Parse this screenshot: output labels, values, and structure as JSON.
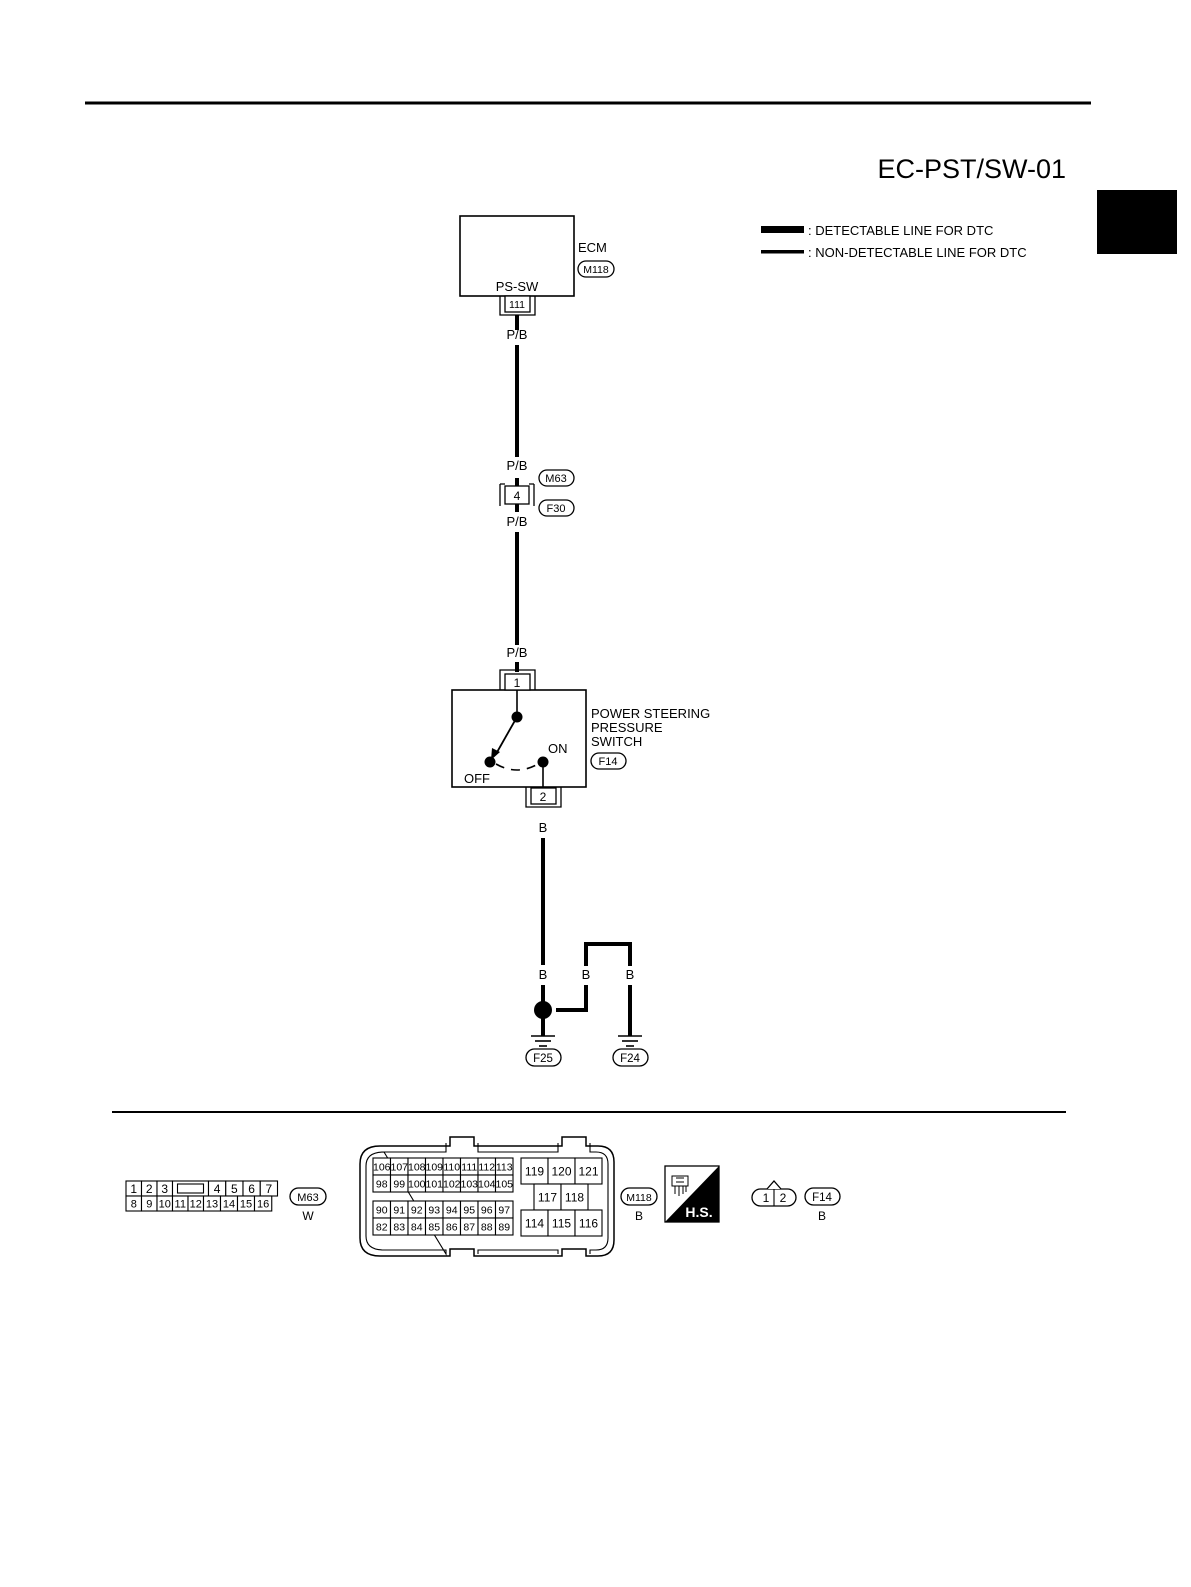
{
  "diagram_id": "EC-PST/SW-01",
  "legend": {
    "detectable": ": DETECTABLE LINE FOR DTC",
    "non_detectable": ": NON-DETECTABLE LINE FOR DTC"
  },
  "ecm": {
    "label": "ECM",
    "connector": "M118",
    "pin_label": "PS-SW",
    "pin": "111"
  },
  "wire_colors": {
    "pb": "P/B",
    "b": "B"
  },
  "joint": {
    "connector_top": "M63",
    "connector_bottom": "F30",
    "pin": "4"
  },
  "switch": {
    "label_line1": "POWER STEERING",
    "label_line2": "PRESSURE",
    "label_line3": "SWITCH",
    "connector": "F14",
    "pin_top": "1",
    "pin_bottom": "2",
    "on_label": "ON",
    "off_label": "OFF"
  },
  "grounds": {
    "left": "F25",
    "right": "F24"
  },
  "connectors_view": {
    "m63": {
      "id": "M63",
      "color": "W",
      "row1": [
        "1",
        "2",
        "3",
        "4",
        "5",
        "6",
        "7"
      ],
      "row2": [
        "8",
        "9",
        "10",
        "11",
        "12",
        "13",
        "14",
        "15",
        "16"
      ]
    },
    "m118": {
      "id": "M118",
      "color": "B",
      "row_a": [
        "106",
        "107",
        "108",
        "109",
        "110",
        "111",
        "112",
        "113"
      ],
      "row_b": [
        "98",
        "99",
        "100",
        "101",
        "102",
        "103",
        "104",
        "105"
      ],
      "row_c": [
        "90",
        "91",
        "92",
        "93",
        "94",
        "95",
        "96",
        "97"
      ],
      "row_d": [
        "82",
        "83",
        "84",
        "85",
        "86",
        "87",
        "88",
        "89"
      ],
      "right_top": [
        "119",
        "120",
        "121"
      ],
      "right_mid": [
        "117",
        "118"
      ],
      "right_bot": [
        "114",
        "115",
        "116"
      ],
      "hs_label": "H.S."
    },
    "f14": {
      "id": "F14",
      "color": "B",
      "pins": [
        "1",
        "2"
      ]
    }
  }
}
